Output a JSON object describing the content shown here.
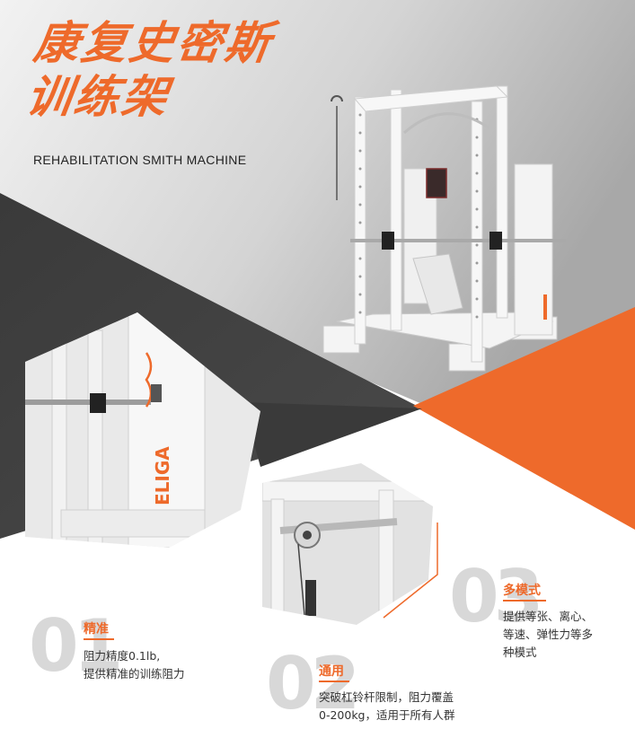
{
  "title": {
    "line1": "康复史密斯",
    "line2": "训练架"
  },
  "subtitle": "REHABILITATION SMITH  MACHINE",
  "brand": {
    "logo": "ELIGA",
    "accent_color": "#ee6a2b",
    "dark_color": "#3c3c3c",
    "light_gray": "#d9d9d9"
  },
  "features": [
    {
      "number": "01",
      "title": "精准",
      "lines": [
        "阻力精度0.1lb,",
        "提供精准的训练阻力"
      ]
    },
    {
      "number": "02",
      "title": "通用",
      "lines": [
        "突破杠铃杆限制，阻力覆盖",
        "0-200kg，适用于所有人群"
      ]
    },
    {
      "number": "03",
      "title": "多模式",
      "lines": [
        "提供等张、离心、",
        "等速、弹性力等多",
        "种模式"
      ]
    }
  ]
}
